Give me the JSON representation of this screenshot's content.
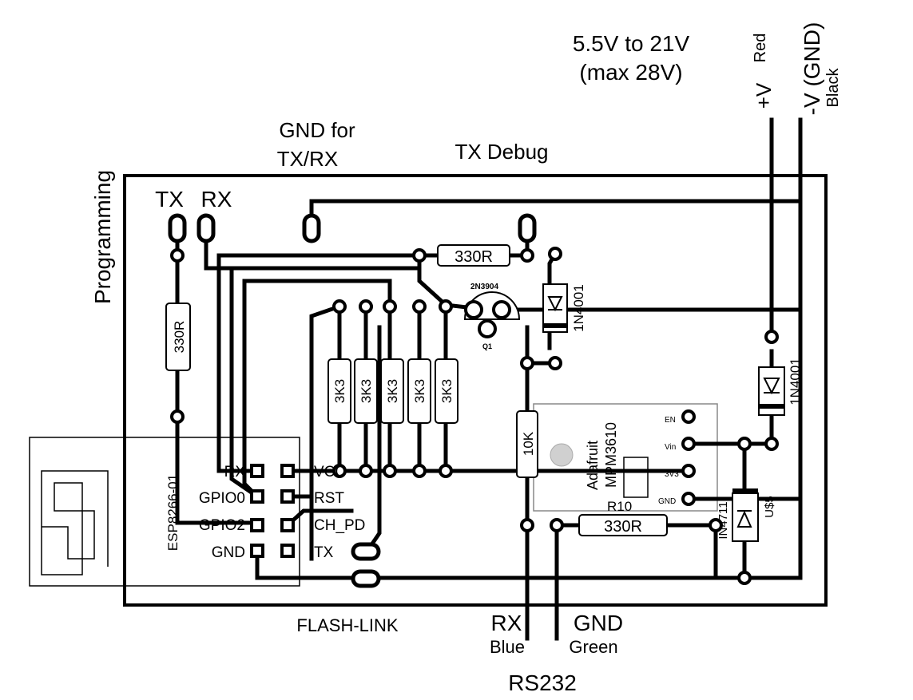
{
  "supply": {
    "range": "5.5V to 21V",
    "max": "(max 28V)",
    "pos_label": "+V",
    "pos_color": "Red",
    "neg_label": "-V (GND)",
    "neg_color": "Black"
  },
  "labels": {
    "gnd_for_line1": "GND for",
    "gnd_for_line2": "TX/RX",
    "tx_debug": "TX Debug",
    "programming": "Programming",
    "prog_tx": "TX",
    "prog_rx": "RX",
    "flash_link": "FLASH-LINK",
    "rs232": "RS232",
    "rx": "RX",
    "rx_color": "Blue",
    "gnd": "GND",
    "gnd_color": "Green"
  },
  "components": {
    "r_prog": "330R",
    "r_top": "330R",
    "r_bottom": "330R",
    "r_bottom_ref": "R10",
    "r_10k": "10K",
    "pullups": [
      "3K3",
      "3K3",
      "3K3",
      "3K3",
      "3K3"
    ],
    "transistor": "2N3904",
    "transistor_ref": "Q1",
    "diode_a": "1N4001",
    "diode_b": "1N4001",
    "zener": "IN4711",
    "zener_ref": "U$5",
    "module_name": "Adafruit",
    "module_part": "MPM3610",
    "module_pins": [
      "EN",
      "Vin",
      "3V3",
      "GND"
    ]
  },
  "esp": {
    "name": "ESP8266-01",
    "left_pins": [
      "RX",
      "GPIO0",
      "GPIO2",
      "GND"
    ],
    "right_pins": [
      "VCC",
      "RST",
      "CH_PD",
      "TX"
    ]
  },
  "colors": {
    "ink": "#000000",
    "background": "#ffffff",
    "module_outline": "#888888"
  }
}
